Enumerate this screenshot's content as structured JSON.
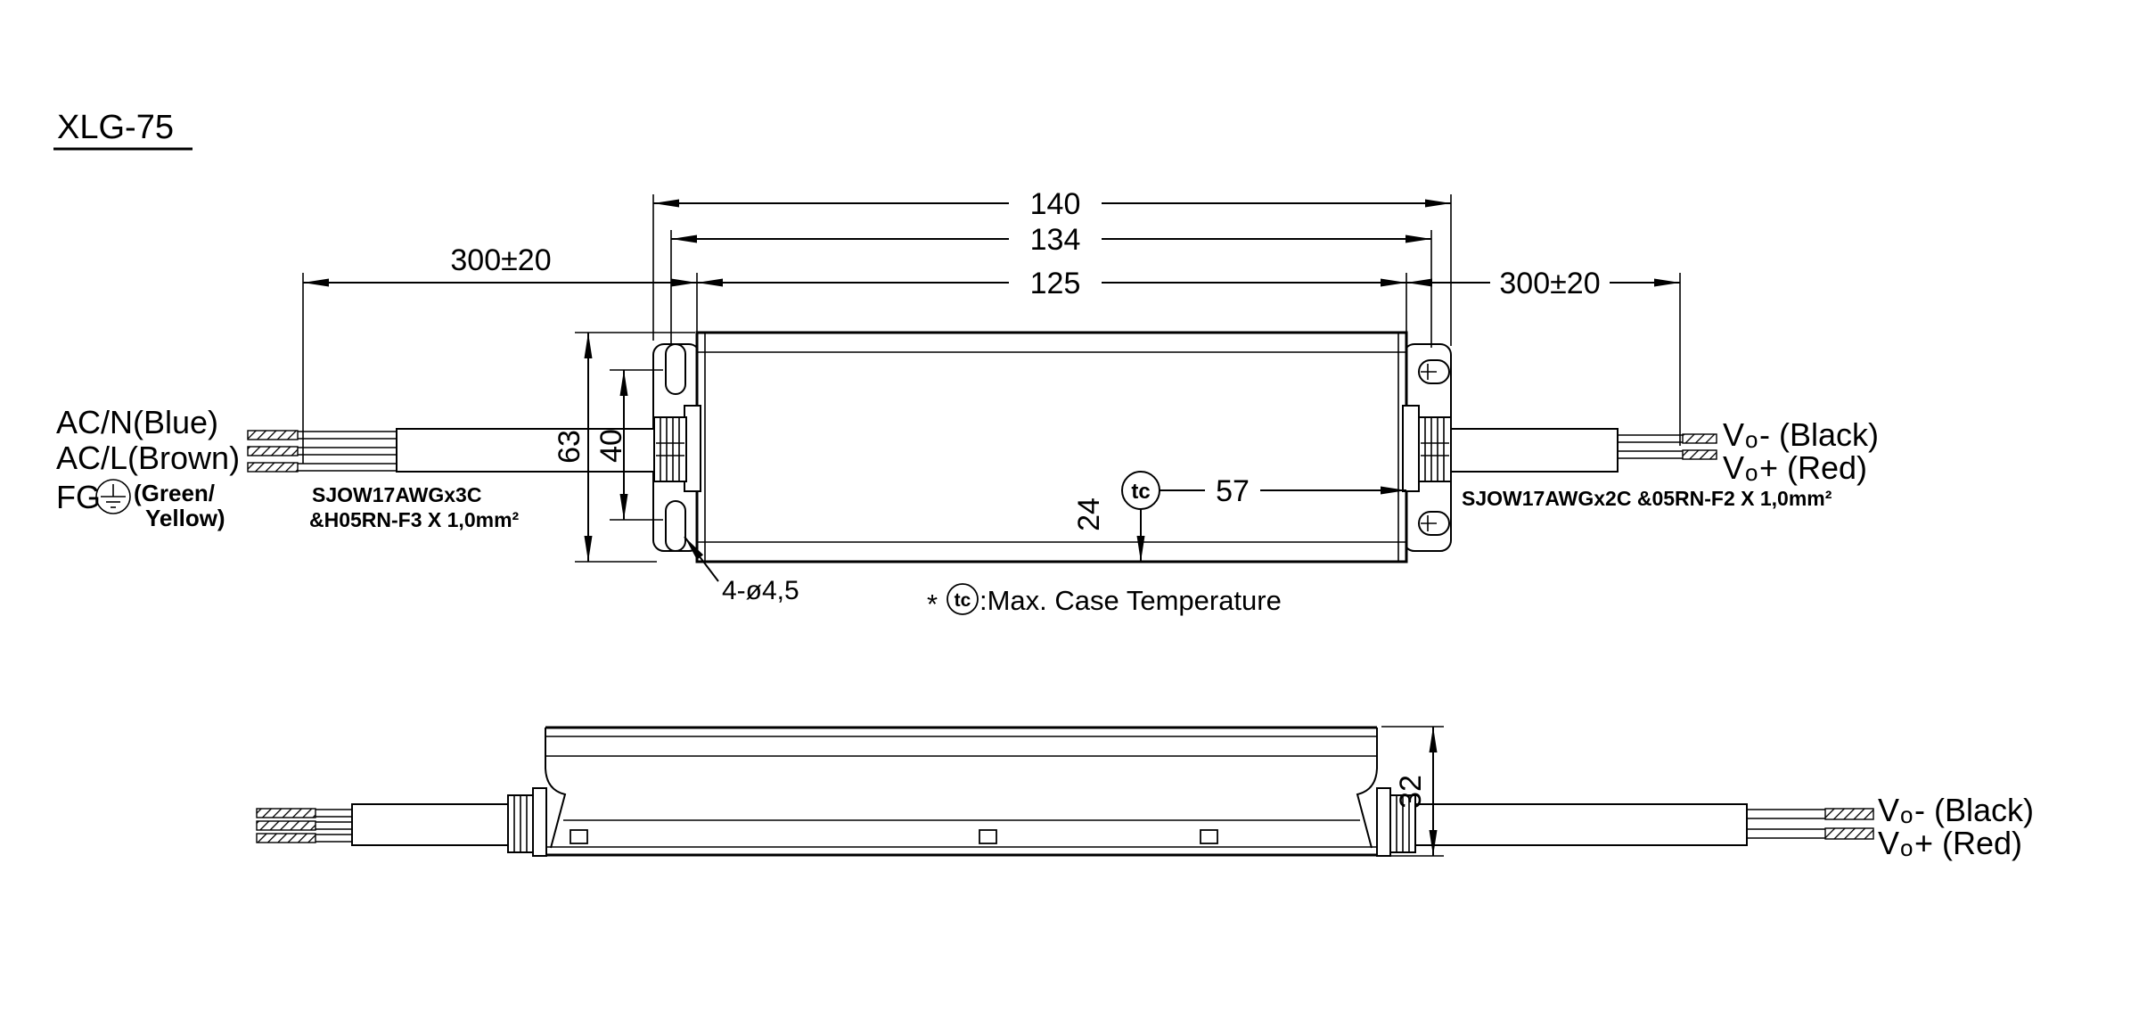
{
  "title": "XLG-75",
  "dims": {
    "overall_length": "140",
    "lid_length": "134",
    "mounting_pitch": "125",
    "input_cable_length": "300±20",
    "output_cable_length": "300±20",
    "case_height": "63",
    "slot_span": "40",
    "tc_offset_x": "57",
    "tc_offset_y": "24",
    "side_height": "32",
    "mounting_holes": "4-ø4,5"
  },
  "labels": {
    "ac_n": "AC/N(Blue)",
    "ac_l": "AC/L(Brown)",
    "fg": "FG",
    "fg_color_top": "(Green/",
    "fg_color_bottom": "Yellow)",
    "input_spec_line1": "SJOW17AWGx3C",
    "input_spec_line2": "&H05RN-F3 X 1,0mm²",
    "output_spec": "SJOW17AWGx2C &05RN-F2  X 1,0mm²",
    "tc": "tc",
    "note_asterisk": "*",
    "note_text": ":Max. Case Temperature",
    "vo_neg_v": "V",
    "vo_neg_sub": "o",
    "vo_neg_rest": "- (Black)",
    "vo_pos_v": "V",
    "vo_pos_sub": "o",
    "vo_pos_rest": "+ (Red)"
  },
  "colors": {
    "line": "#000000",
    "background": "#ffffff"
  }
}
